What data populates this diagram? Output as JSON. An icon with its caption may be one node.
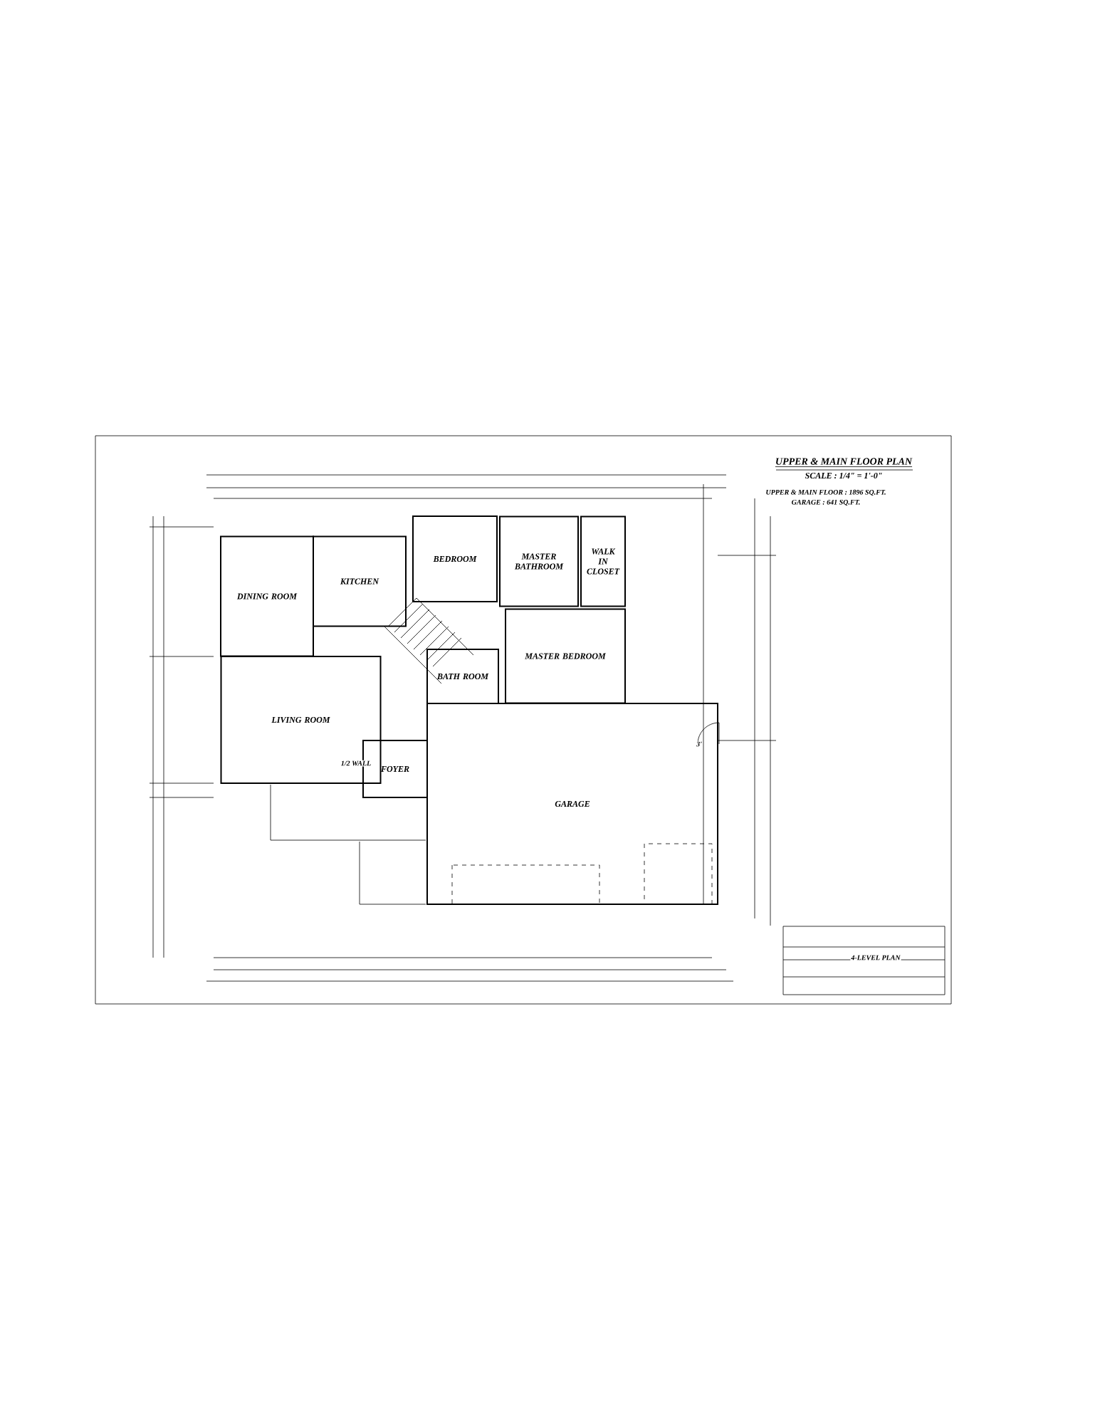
{
  "diagram": {
    "title": "UPPER & MAIN FLOOR PLAN",
    "nodes": [
      {
        "text": [
          "DINING ROOM"
        ]
      },
      {
        "text": [
          "KITCHEN"
        ]
      },
      {
        "text": [
          "BEDROOM"
        ]
      },
      {
        "text": [
          "MASTER BATHROOM"
        ]
      },
      {
        "text": [
          "WALK IN CLOSET"
        ]
      },
      {
        "text": [
          "MASTER BEDROOM"
        ]
      },
      {
        "text": [
          "BATH ROOM"
        ]
      },
      {
        "text": [
          "LIVING ROOM"
        ]
      },
      {
        "text": [
          "FOYER"
        ]
      },
      {
        "text": [
          "GARAGE"
        ]
      }
    ],
    "labels": [
      "SCALE : 1/4\" = 1'-0\"",
      "UPPER & MAIN FLOOR : 1896 SQ.FT.",
      "GARAGE : 641 SQ.FT.",
      "1/2 WALL",
      "3'",
      "4-LEVEL PLAN"
    ]
  }
}
